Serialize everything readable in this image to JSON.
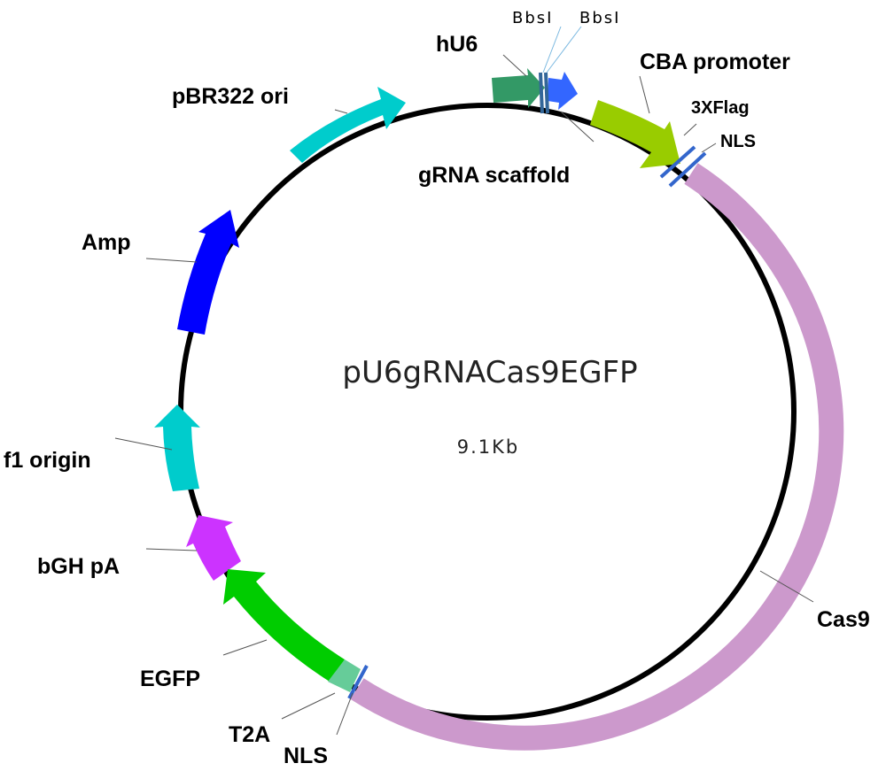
{
  "diagram": {
    "plasmid_name": "pU6gRNACas9EGFP",
    "size": "9.1Kb",
    "features": [
      {
        "label": "hU6",
        "color": "#339966",
        "kind": "promoter-arrow"
      },
      {
        "label": "gRNA scaffold",
        "color": "#3366ff",
        "kind": "arrow"
      },
      {
        "label": "CBA promoter",
        "color": "#99cc00",
        "kind": "promoter-arrow"
      },
      {
        "label": "3XFlag",
        "color": "#3366cc",
        "kind": "tick"
      },
      {
        "label": "NLS",
        "color": "#3366cc",
        "kind": "tick"
      },
      {
        "label": "Cas9",
        "color": "#cc99cc",
        "kind": "band"
      },
      {
        "label": "NLS",
        "color": "#3366cc",
        "kind": "tick"
      },
      {
        "label": "T2A",
        "color": "#66cc99",
        "kind": "box"
      },
      {
        "label": "EGFP",
        "color": "#00cc00",
        "kind": "arrow"
      },
      {
        "label": "bGH pA",
        "color": "#cc33ff",
        "kind": "arrow"
      },
      {
        "label": "f1 origin",
        "color": "#00cccc",
        "kind": "arrow"
      },
      {
        "label": "Amp",
        "color": "#0000ff",
        "kind": "arrow"
      },
      {
        "label": "pBR322 ori",
        "color": "#00cccc",
        "kind": "arrow"
      }
    ],
    "sites": [
      {
        "label": "BbsI",
        "color": "#336699"
      },
      {
        "label": "BbsI",
        "color": "#336699"
      }
    ],
    "backbone_color": "#000000"
  }
}
